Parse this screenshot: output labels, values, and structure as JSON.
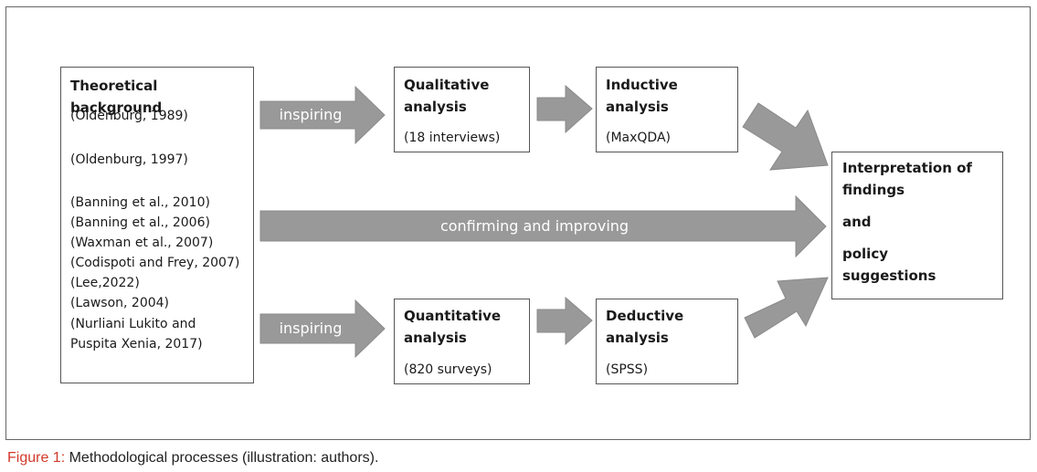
{
  "theory_box": {
    "title": "Theoretical background",
    "refs": [
      "(Oldenburg, 1989)",
      "(Oldenburg, 1997)",
      "(Banning et al., 2010)",
      "(Banning et al., 2006)",
      "(Waxman et al., 2007)",
      "(Codispoti and Frey, 2007)",
      "(Lee,2022)",
      "(Lawson, 2004)",
      "(Nurliani Lukito and",
      "Puspita Xenia, 2017)"
    ]
  },
  "qualitative": {
    "title_line1": "Qualitative",
    "title_line2": "analysis",
    "sub": "(18 interviews)"
  },
  "inductive": {
    "title_line1": "Inductive",
    "title_line2": "analysis",
    "sub": "(MaxQDA)"
  },
  "quantitative": {
    "title_line1": "Quantitative",
    "title_line2": "analysis",
    "sub": "(820 surveys)"
  },
  "deductive": {
    "title_line1": "Deductive",
    "title_line2": "analysis",
    "sub": "(SPSS)"
  },
  "interpretation": {
    "line1": "Interpretation of",
    "line2": "findings",
    "line3": "and",
    "line4": "policy",
    "line5": "suggestions"
  },
  "arrows": {
    "inspiring_top": "inspiring",
    "confirming": "confirming and improving",
    "inspiring_bottom": "inspiring"
  },
  "caption": {
    "label": "Figure 1:",
    "text": " Methodological processes (illustration: authors)."
  },
  "colors": {
    "arrow_fill": "#999999",
    "arrow_stroke": "#888888"
  }
}
